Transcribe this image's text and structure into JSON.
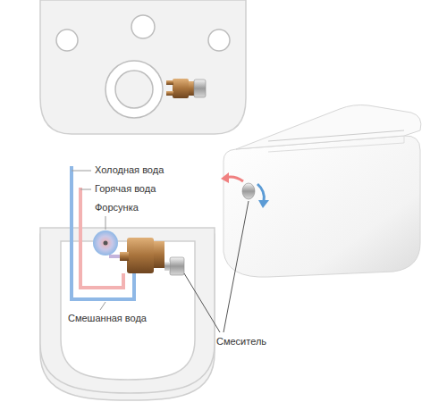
{
  "diagram": {
    "labels": [
      "Холодная вода",
      "Горячая вода",
      "Форсунка",
      "Смешанная вода",
      "Смеситель"
    ]
  }
}
